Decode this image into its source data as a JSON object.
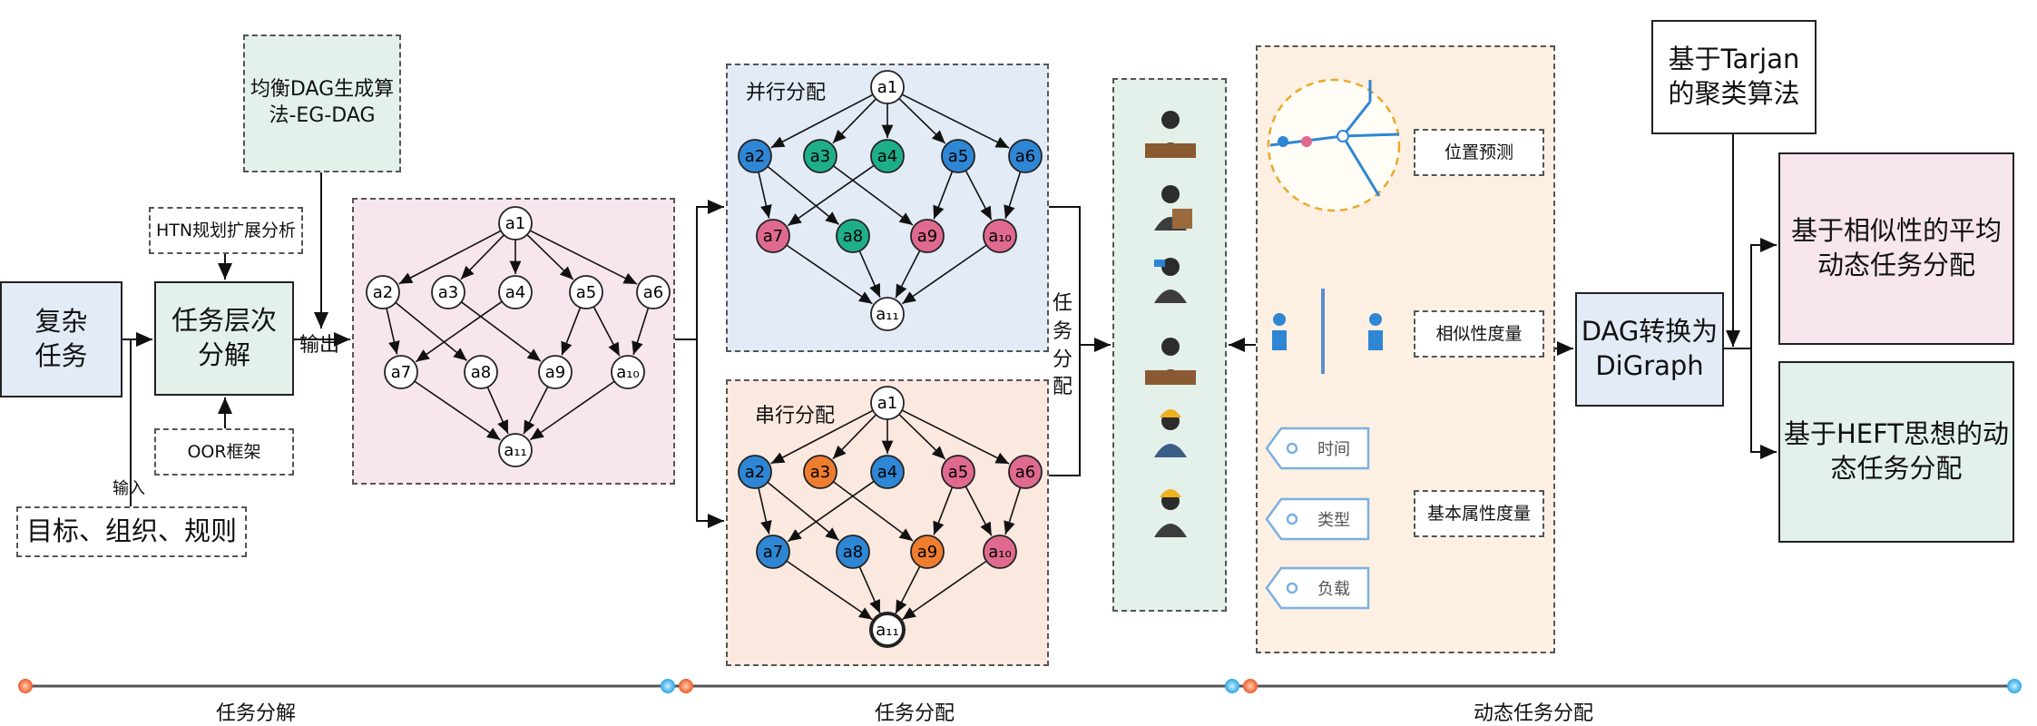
{
  "left": {
    "complex_task": "复杂\n任务",
    "decompose": "任务层次\n分解",
    "htn": "HTN规划扩展分析",
    "oor": "OOR框架",
    "eg_dag": "均衡DAG生成算\n法-EG-DAG",
    "goals": "目标、组织、规则",
    "output_label": "输出",
    "input_label": "输入"
  },
  "middle": {
    "parallel_title": "并行分配",
    "serial_title": "串行分配",
    "vertical_label": "任\n务\n分\n配"
  },
  "right": {
    "position_predict": "位置预测",
    "similarity": "相似性度量",
    "basic_attr": "基本属性度量",
    "tag_time": "时间",
    "tag_type": "类型",
    "tag_load": "负载",
    "dag_to_digraph": "DAG转换为\nDiGraph",
    "tarjan": "基于Tarjan\n的聚类算法",
    "similarity_alloc": "基于相似性的平均\n动态任务分配",
    "heft_alloc": "基于HEFT思想的动\n态任务分配"
  },
  "timeline": {
    "stage1": "任务分解",
    "stage2": "任务分配",
    "stage3": "动态任务分配"
  },
  "dag": {
    "nodes": [
      "a1",
      "a2",
      "a3",
      "a4",
      "a5",
      "a6",
      "a7",
      "a8",
      "a9",
      "a10",
      "a11"
    ],
    "subscript_labels": {
      "a10": "a₁₀",
      "a11": "a₁₁"
    }
  },
  "colors": {
    "blue": "#2e86d4",
    "teal": "#1fae8a",
    "pink": "#e06a8f",
    "orange": "#ee7d2f",
    "white": "#ffffff",
    "panel_pink": "#f7e6ee",
    "panel_blue": "#e3ebf6",
    "panel_peach": "#fbe9e0",
    "panel_green": "#e3f1ea",
    "panel_cream": "#fdf0e2"
  },
  "parallel_colors": [
    "white",
    "blue",
    "teal",
    "teal",
    "blue",
    "blue",
    "pink",
    "teal",
    "pink",
    "pink",
    "white"
  ],
  "serial_colors": [
    "white",
    "blue",
    "orange",
    "blue",
    "pink",
    "pink",
    "blue",
    "blue",
    "orange",
    "pink",
    "white"
  ]
}
